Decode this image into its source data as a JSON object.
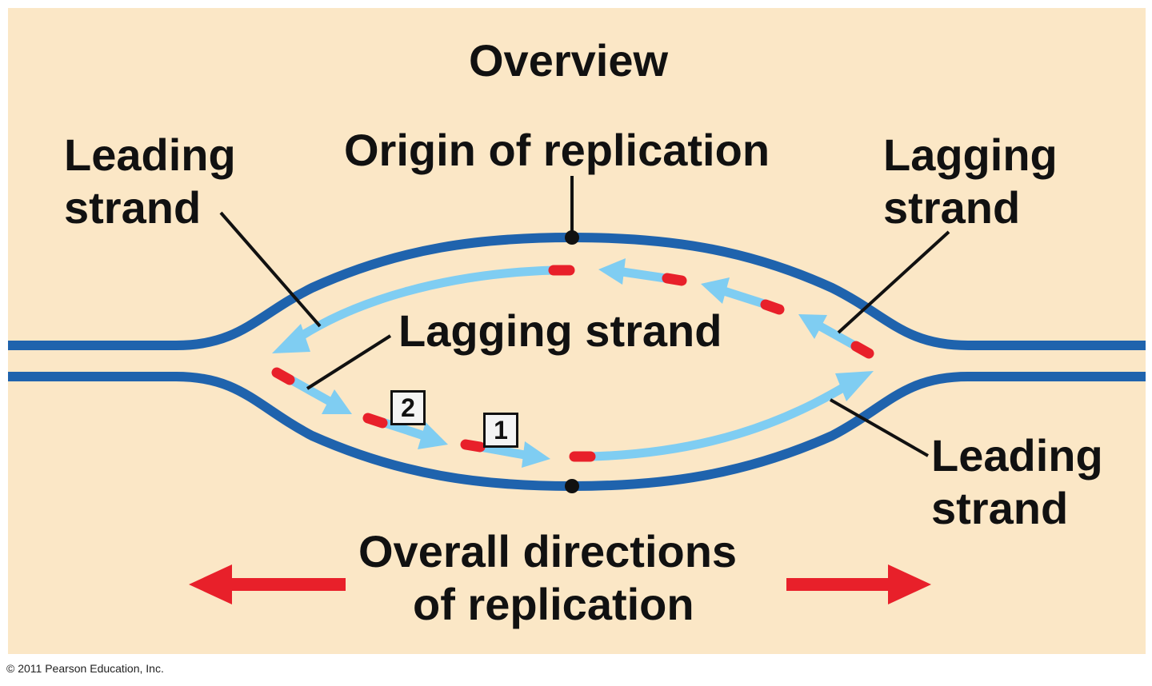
{
  "title": "Overview",
  "labels": {
    "origin": "Origin of replication",
    "leading_left_1": "Leading",
    "leading_left_2": "strand",
    "lagging_right_1": "Lagging",
    "lagging_right_2": "strand",
    "lagging_center": "Lagging strand",
    "leading_right_1": "Leading",
    "leading_right_2": "strand",
    "overall_1": "Overall directions",
    "overall_2": "of replication"
  },
  "fragment_numbers": [
    "1",
    "2"
  ],
  "copyright": "© 2011 Pearson Education, Inc.",
  "colors": {
    "background": "#fbe7c6",
    "parental_strand": "#1f63ad",
    "new_strand": "#7fcdf2",
    "primer": "#e8202a",
    "direction_arrow": "#e8202a"
  }
}
